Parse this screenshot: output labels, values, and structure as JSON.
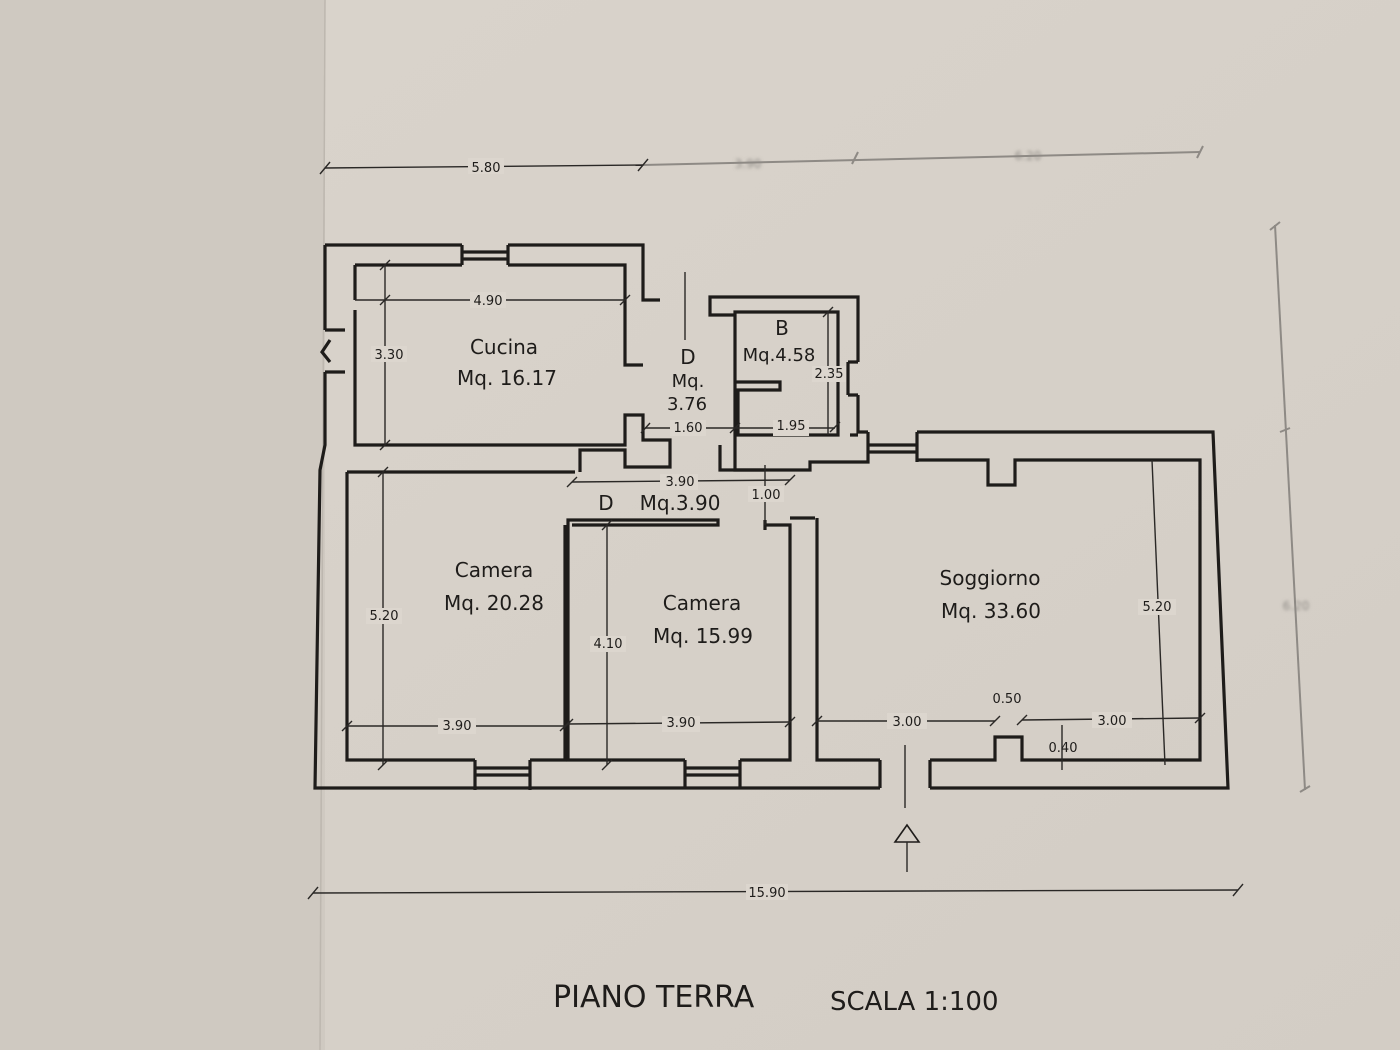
{
  "title": "PIANO TERRA",
  "scale": "SCALA 1:100",
  "rooms": {
    "cucina": {
      "name": "Cucina",
      "area": "Mq.  16.17"
    },
    "disimpegno1": {
      "name": "D",
      "area_label": "Mq.",
      "area": "3.76"
    },
    "bagno": {
      "name": "B",
      "area": "Mq.4.58"
    },
    "disimpegno2": {
      "name": "D",
      "area": "Mq.3.90"
    },
    "camera1": {
      "name": "Camera",
      "area": "Mq.  20.28"
    },
    "camera2": {
      "name": "Camera",
      "area": "Mq.  15.99"
    },
    "soggiorno": {
      "name": "Soggiorno",
      "area": "Mq.  33.60"
    }
  },
  "dimensions": {
    "top_1": "5.80",
    "top_2": "3.90",
    "top_3": "6.20",
    "right_total": "6.20",
    "bottom_total": "15.90",
    "cucina_width": "4.90",
    "cucina_height": "3.30",
    "d1_width": "1.60",
    "bagno_width": "1.95",
    "bagno_height": "2.35",
    "d2_width": "3.90",
    "door_opening": "1.00",
    "camera1_height": "5.20",
    "camera1_width": "3.90",
    "camera2_height": "4.10",
    "camera2_width": "3.90",
    "soggiorno_height": "5.20",
    "soggiorno_left": "3.00",
    "soggiorno_pillar": "0.50",
    "soggiorno_right": "3.00",
    "pillar_depth": "0.40"
  }
}
